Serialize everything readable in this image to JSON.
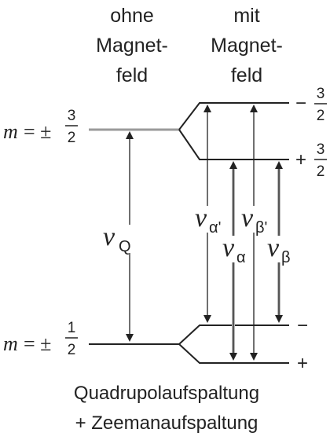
{
  "header": {
    "left": [
      "ohne",
      "Magnet-",
      "feld"
    ],
    "right": [
      "mit",
      "Magnet-",
      "feld"
    ]
  },
  "levels": {
    "upper": {
      "m_label": "m",
      "eq": "= ±",
      "num": "3",
      "den": "2"
    },
    "lower": {
      "m_label": "m",
      "eq": "= ±",
      "num": "1",
      "den": "2"
    }
  },
  "split_labels": {
    "top_sign": "−",
    "top_num": "3",
    "top_den": "2",
    "second_sign": "+",
    "second_num": "3",
    "second_den": "2",
    "third_sign": "−",
    "bottom_sign": "+"
  },
  "transitions": {
    "nu_Q": {
      "symbol": "ν",
      "sub": "Q"
    },
    "nu_alpha_prime": {
      "symbol": "ν",
      "sub": "α'"
    },
    "nu_alpha": {
      "symbol": "ν",
      "sub": "α"
    },
    "nu_beta_prime": {
      "symbol": "ν",
      "sub": "β'"
    },
    "nu_beta": {
      "symbol": "ν",
      "sub": "β"
    }
  },
  "caption": [
    "Quadrupolaufspaltung",
    "+ Zeemanaufspaltung"
  ],
  "colors": {
    "line": "#222222",
    "highlight": "#b8b8b8"
  }
}
